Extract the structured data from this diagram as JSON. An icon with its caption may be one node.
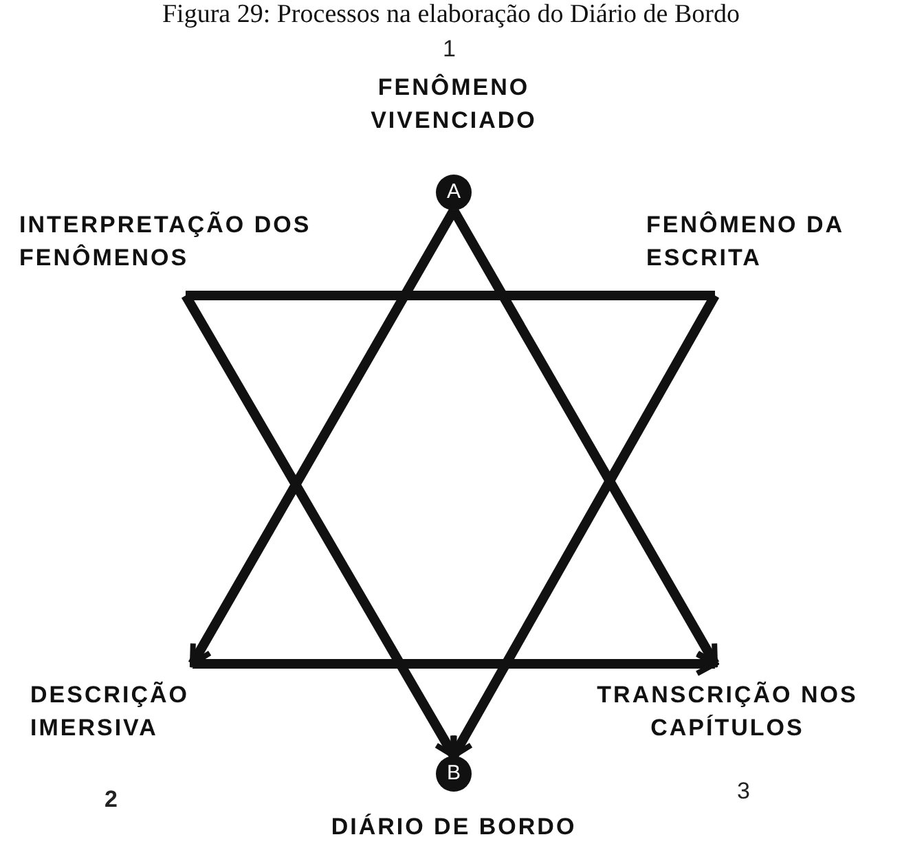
{
  "diagram": {
    "title": "Figura 29: Processos na elaboração do Diário de Bordo",
    "nodes": [
      {
        "text": [
          "FENÔMENO VIVENCIADO"
        ],
        "beside": [
          "1"
        ]
      },
      {
        "text": [
          "A"
        ]
      },
      {
        "text": [
          "INTERPRETAÇÃO DOS FENÔMENOS"
        ]
      },
      {
        "text": [
          "FENÔMENO DA ESCRITA"
        ]
      },
      {
        "text": [
          "DESCRIÇÃO IMERSIVA"
        ],
        "beside": [
          "2"
        ]
      },
      {
        "text": [
          "TRANSCRIÇÃO NOS CAPÍTULOS"
        ],
        "beside": [
          "3"
        ]
      },
      {
        "text": [
          "B"
        ]
      },
      {
        "text": [
          "DIÁRIO DE BORDO"
        ]
      }
    ],
    "edges": [
      {
        "from": 1,
        "to": 4,
        "arrow": "to"
      },
      {
        "from": 1,
        "to": 5,
        "arrow": "to"
      },
      {
        "from": 4,
        "to": 5,
        "arrow": "to"
      },
      {
        "from": 2,
        "to": 3,
        "arrow": "none"
      },
      {
        "from": 2,
        "to": 6,
        "arrow": "to"
      },
      {
        "from": 3,
        "to": 6,
        "arrow": "to"
      }
    ]
  }
}
